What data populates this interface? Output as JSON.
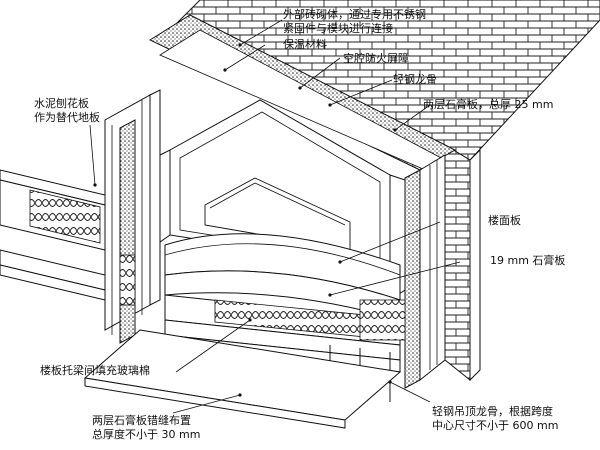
{
  "labels": {
    "outer_brick": "外部砖砌体，通过专用不锈钢",
    "outer_brick_2": "紧固件与模块进行连接",
    "insulation": "保温材料",
    "cavity_barrier": "空腔防火屏障",
    "steel_stud": "轻钢龙骨",
    "gypsum_double": "两层石膏板，总厚 25 mm",
    "cement_board": "水泥刨花板",
    "cement_board_2": "作为替代地板",
    "floor_panel": "楼面板",
    "gypsum_19": "19 mm 石膏板",
    "glass_wool": "楼板托梁间填充玻璃棉",
    "gypsum_staggered": "两层石膏板错缝布置",
    "gypsum_staggered_2": "总厚度不小于 30 mm",
    "ceiling_stud": "轻钢吊顶龙骨，根据跨度",
    "ceiling_stud_2": "中心尺寸不小于 600 mm"
  }
}
